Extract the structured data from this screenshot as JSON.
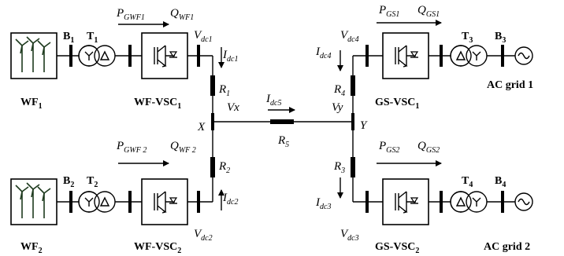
{
  "labels": {
    "wf1": {
      "main": "WF",
      "sub": "1"
    },
    "wf2": {
      "main": "WF",
      "sub": "2"
    },
    "wfvsc1": {
      "main": "WF-VSC",
      "sub": "1"
    },
    "wfvsc2": {
      "main": "WF-VSC",
      "sub": "2"
    },
    "gsvsc1": {
      "main": "GS-VSC",
      "sub": "1"
    },
    "gsvsc2": {
      "main": "GS-VSC",
      "sub": "2"
    },
    "acgrid1": "AC grid 1",
    "acgrid2": "AC grid 2",
    "b1": {
      "main": "B",
      "sub": "1"
    },
    "b2": {
      "main": "B",
      "sub": "2"
    },
    "b3": {
      "main": "B",
      "sub": "3"
    },
    "b4": {
      "main": "B",
      "sub": "4"
    },
    "t1": {
      "main": "T",
      "sub": "1"
    },
    "t2": {
      "main": "T",
      "sub": "2"
    },
    "t3": {
      "main": "T",
      "sub": "3"
    },
    "t4": {
      "main": "T",
      "sub": "4"
    },
    "p_gwf1": {
      "main": "P",
      "sub": "GWF1"
    },
    "q_wf1": {
      "main": "Q",
      "sub": "WF1"
    },
    "p_gwf2": {
      "main": "P",
      "sub": "GWF 2"
    },
    "q_wf2": {
      "main": "Q",
      "sub": "WF 2"
    },
    "p_gs1": {
      "main": "P",
      "sub": "GS1"
    },
    "q_gs1": {
      "main": "Q",
      "sub": "GS1"
    },
    "p_gs2": {
      "main": "P",
      "sub": "GS2"
    },
    "q_gs2": {
      "main": "Q",
      "sub": "GS2"
    },
    "vdc1": {
      "main": "V",
      "sub": "dc1"
    },
    "vdc2": {
      "main": "V",
      "sub": "dc2"
    },
    "vdc3": {
      "main": "V",
      "sub": "dc3"
    },
    "vdc4": {
      "main": "V",
      "sub": "dc4"
    },
    "idc1": {
      "main": "I",
      "sub": "dc1"
    },
    "idc2": {
      "main": "I",
      "sub": "dc2"
    },
    "idc3": {
      "main": "I",
      "sub": "dc3"
    },
    "idc4": {
      "main": "I",
      "sub": "dc4"
    },
    "idc5": {
      "main": "I",
      "sub": "dc5"
    },
    "r1": {
      "main": "R",
      "sub": "1"
    },
    "r2": {
      "main": "R",
      "sub": "2"
    },
    "r3": {
      "main": "R",
      "sub": "3"
    },
    "r4": {
      "main": "R",
      "sub": "4"
    },
    "r5": {
      "main": "R",
      "sub": "5"
    },
    "node_x": "X",
    "node_y": "Y",
    "vx": "Vx",
    "vy": "Vy"
  }
}
